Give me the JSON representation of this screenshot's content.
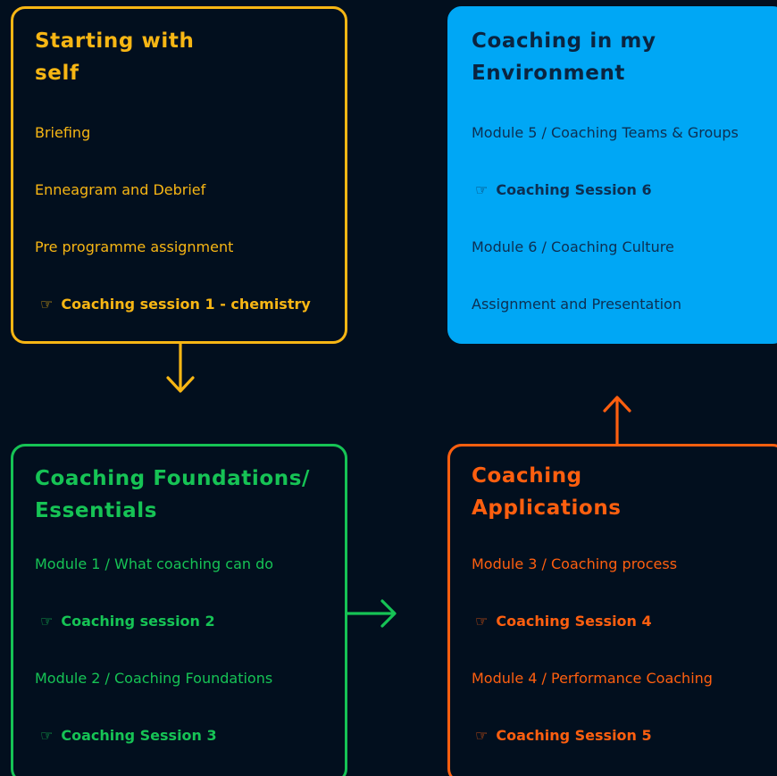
{
  "cards": {
    "self": {
      "title": "Starting with\nself",
      "color": "#f7b614",
      "items": [
        {
          "text": "Briefing",
          "session": false
        },
        {
          "text": "Enneagram and Debrief",
          "session": false
        },
        {
          "text": "Pre programme assignment",
          "session": false
        },
        {
          "text": "Coaching session 1 - chemistry",
          "session": true
        }
      ]
    },
    "environment": {
      "title": "Coaching in my\nEnvironment",
      "color": "#00a7f5",
      "items": [
        {
          "text": "Module 5 / Coaching Teams & Groups",
          "session": false
        },
        {
          "text": "Coaching Session 6",
          "session": true
        },
        {
          "text": "Module 6 / Coaching Culture",
          "session": false
        },
        {
          "text": "Assignment and Presentation",
          "session": false
        }
      ]
    },
    "foundations": {
      "title": "Coaching Foundations/\nEssentials",
      "color": "#16c355",
      "items": [
        {
          "text": "Module 1 / What coaching can do",
          "session": false
        },
        {
          "text": "Coaching session 2",
          "session": true
        },
        {
          "text": "Module 2 / Coaching Foundations",
          "session": false
        },
        {
          "text": "Coaching Session 3",
          "session": true
        }
      ]
    },
    "applications": {
      "title": "Coaching\nApplications",
      "color": "#ff5f0f",
      "items": [
        {
          "text": "Module 3 / Coaching process",
          "session": false
        },
        {
          "text": "Coaching Session 4",
          "session": true
        },
        {
          "text": "Module 4 / Performance Coaching",
          "session": false
        },
        {
          "text": "Coaching Session 5",
          "session": true
        }
      ]
    }
  },
  "icons": {
    "session_icon": "hand-pointing-icon",
    "session_glyph": "☞",
    "arrow_down": "arrow-down-icon",
    "arrow_right": "arrow-right-icon",
    "arrow_up": "arrow-up-icon"
  },
  "background": "#020f1e"
}
